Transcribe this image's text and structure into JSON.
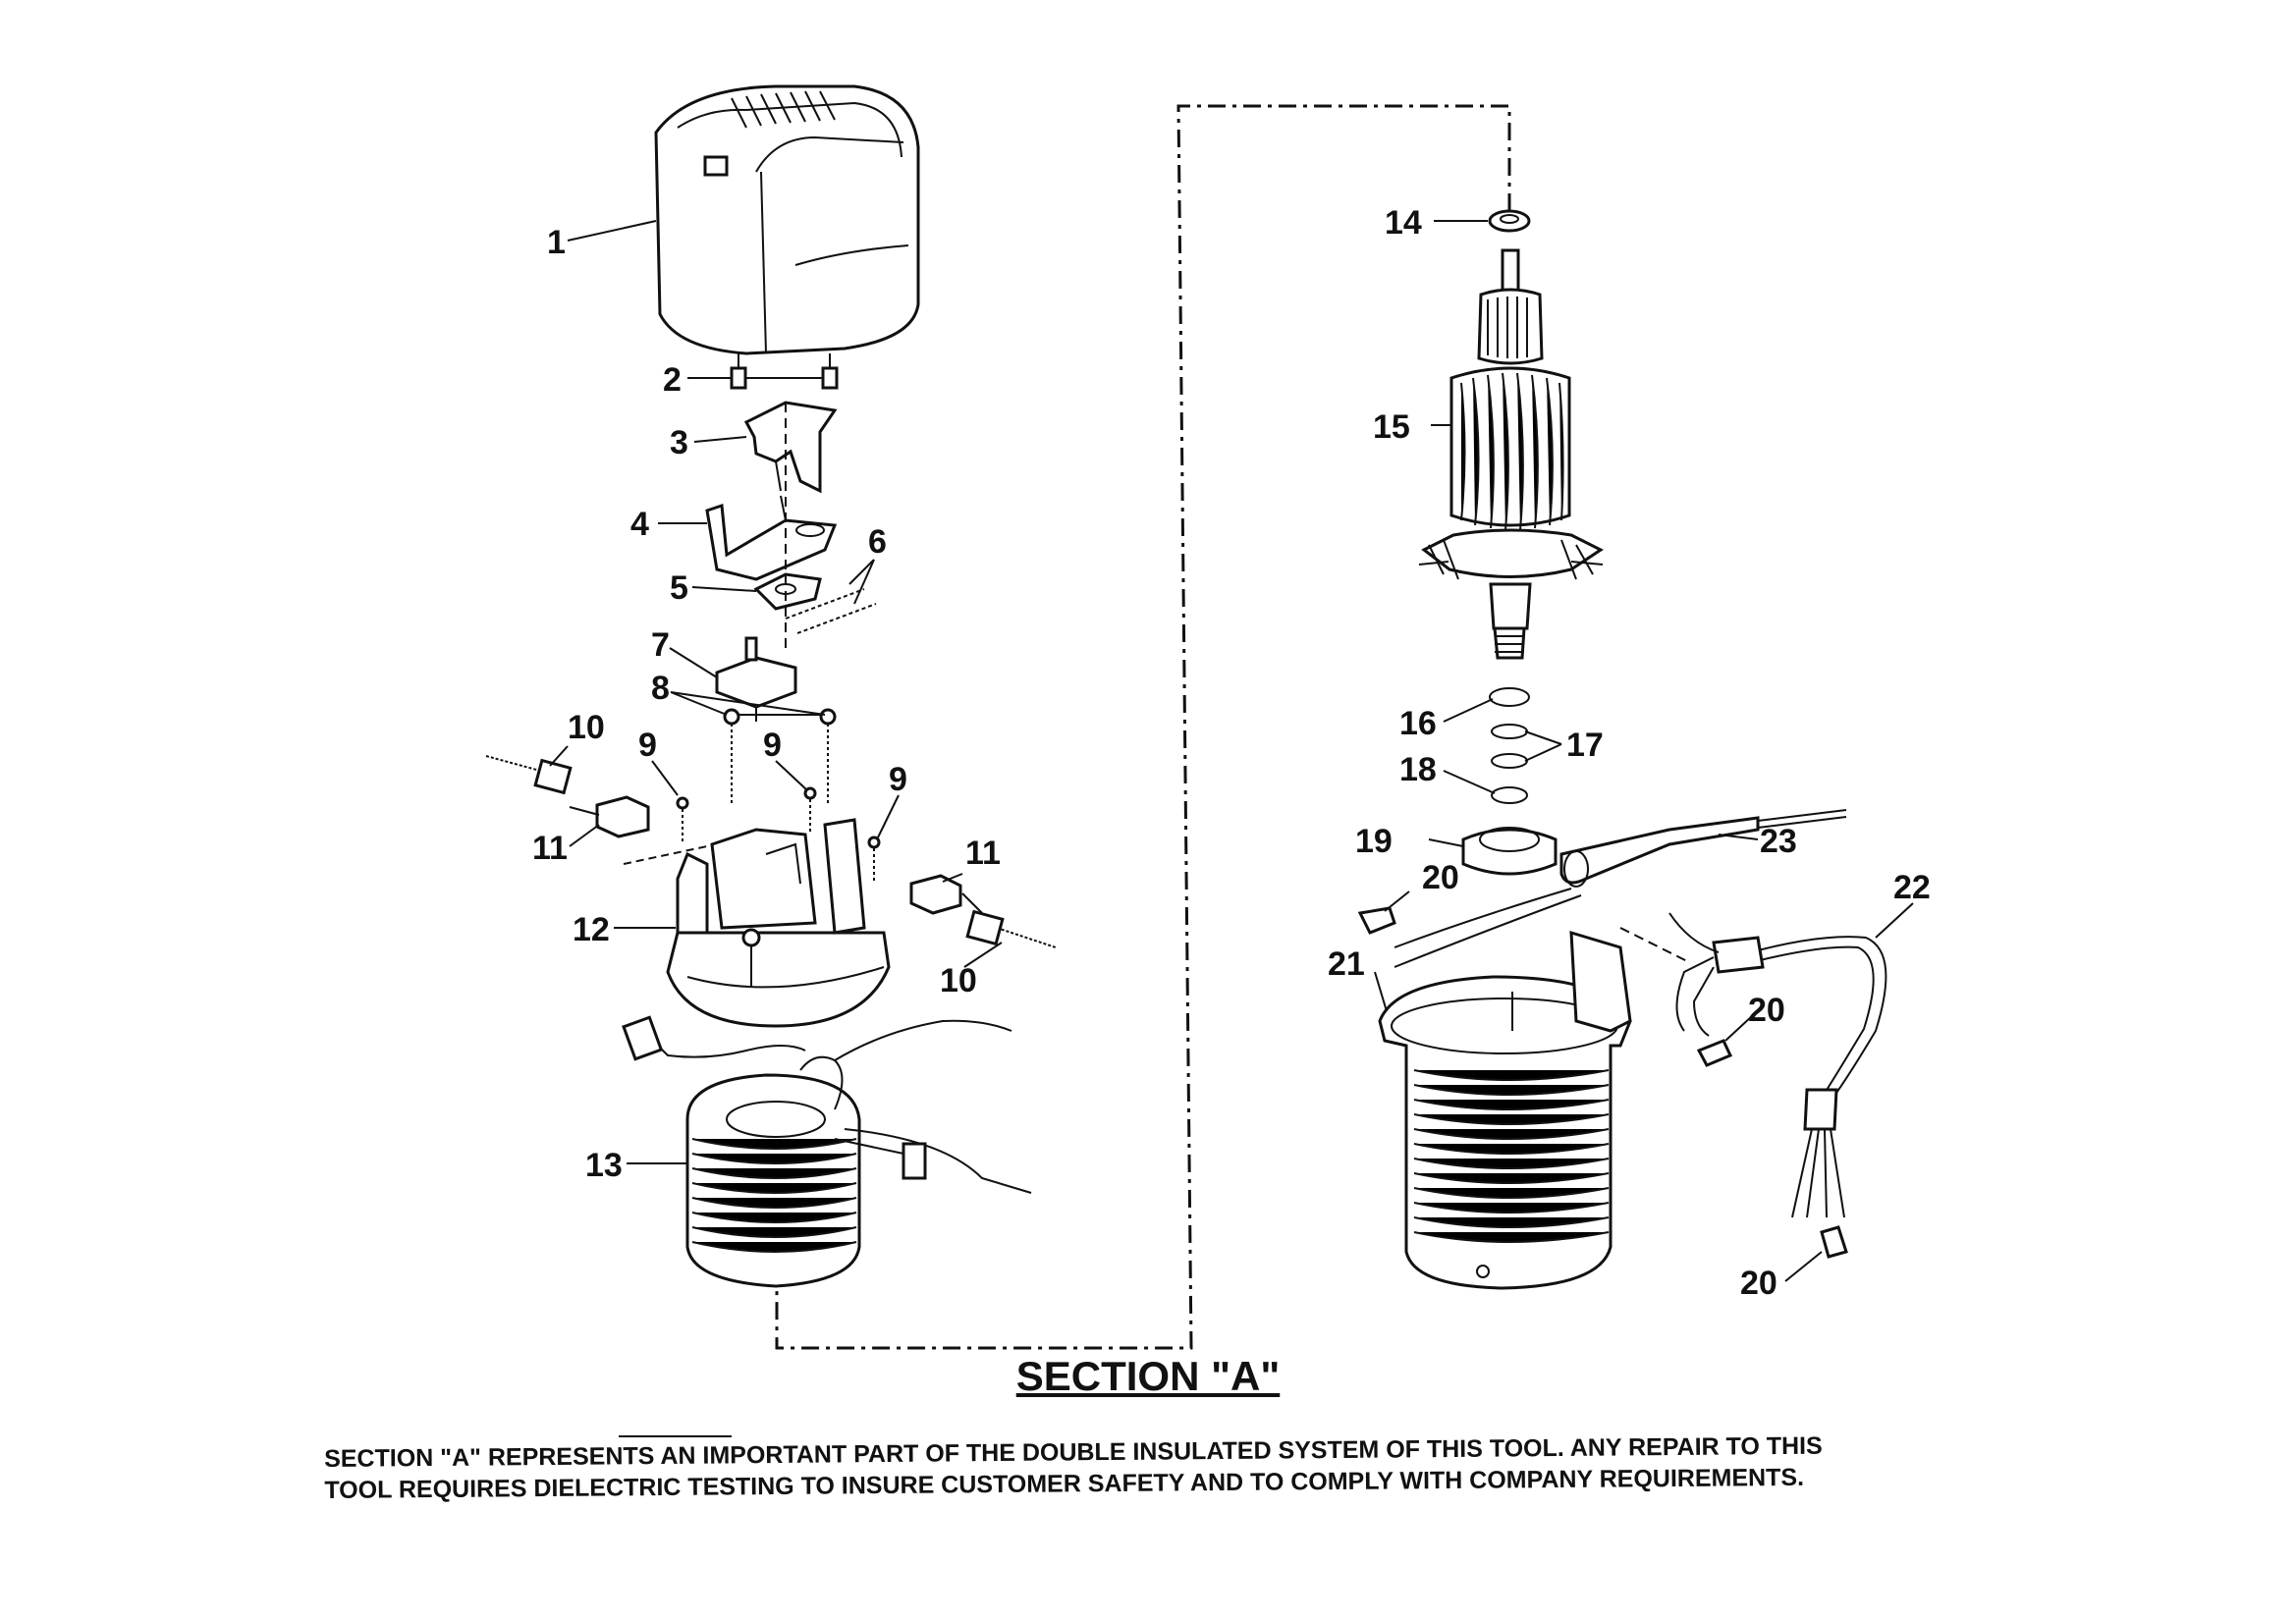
{
  "section_title": "SECTION \"A\"",
  "notice": {
    "line1": "SECTION \"A\" REPRESENTS AN IMPORTANT PART OF THE DOUBLE INSULATED SYSTEM OF THIS TOOL.  ANY REPAIR TO THIS",
    "line2": "TOOL REQUIRES DIELECTRIC TESTING TO INSURE CUSTOMER SAFETY AND TO COMPLY WITH COMPANY REQUIREMENTS."
  },
  "callouts": {
    "c1": "1",
    "c2": "2",
    "c3": "3",
    "c4": "4",
    "c5": "5",
    "c6": "6",
    "c7": "7",
    "c8": "8",
    "c9a": "9",
    "c9b": "9",
    "c9c": "9",
    "c10a": "10",
    "c10b": "10",
    "c11a": "11",
    "c11b": "11",
    "c12": "12",
    "c13": "13",
    "c14": "14",
    "c15": "15",
    "c16": "16",
    "c17": "17",
    "c18": "18",
    "c19": "19",
    "c20a": "20",
    "c20b": "20",
    "c20c": "20",
    "c21": "21",
    "c22": "22",
    "c23": "23"
  }
}
